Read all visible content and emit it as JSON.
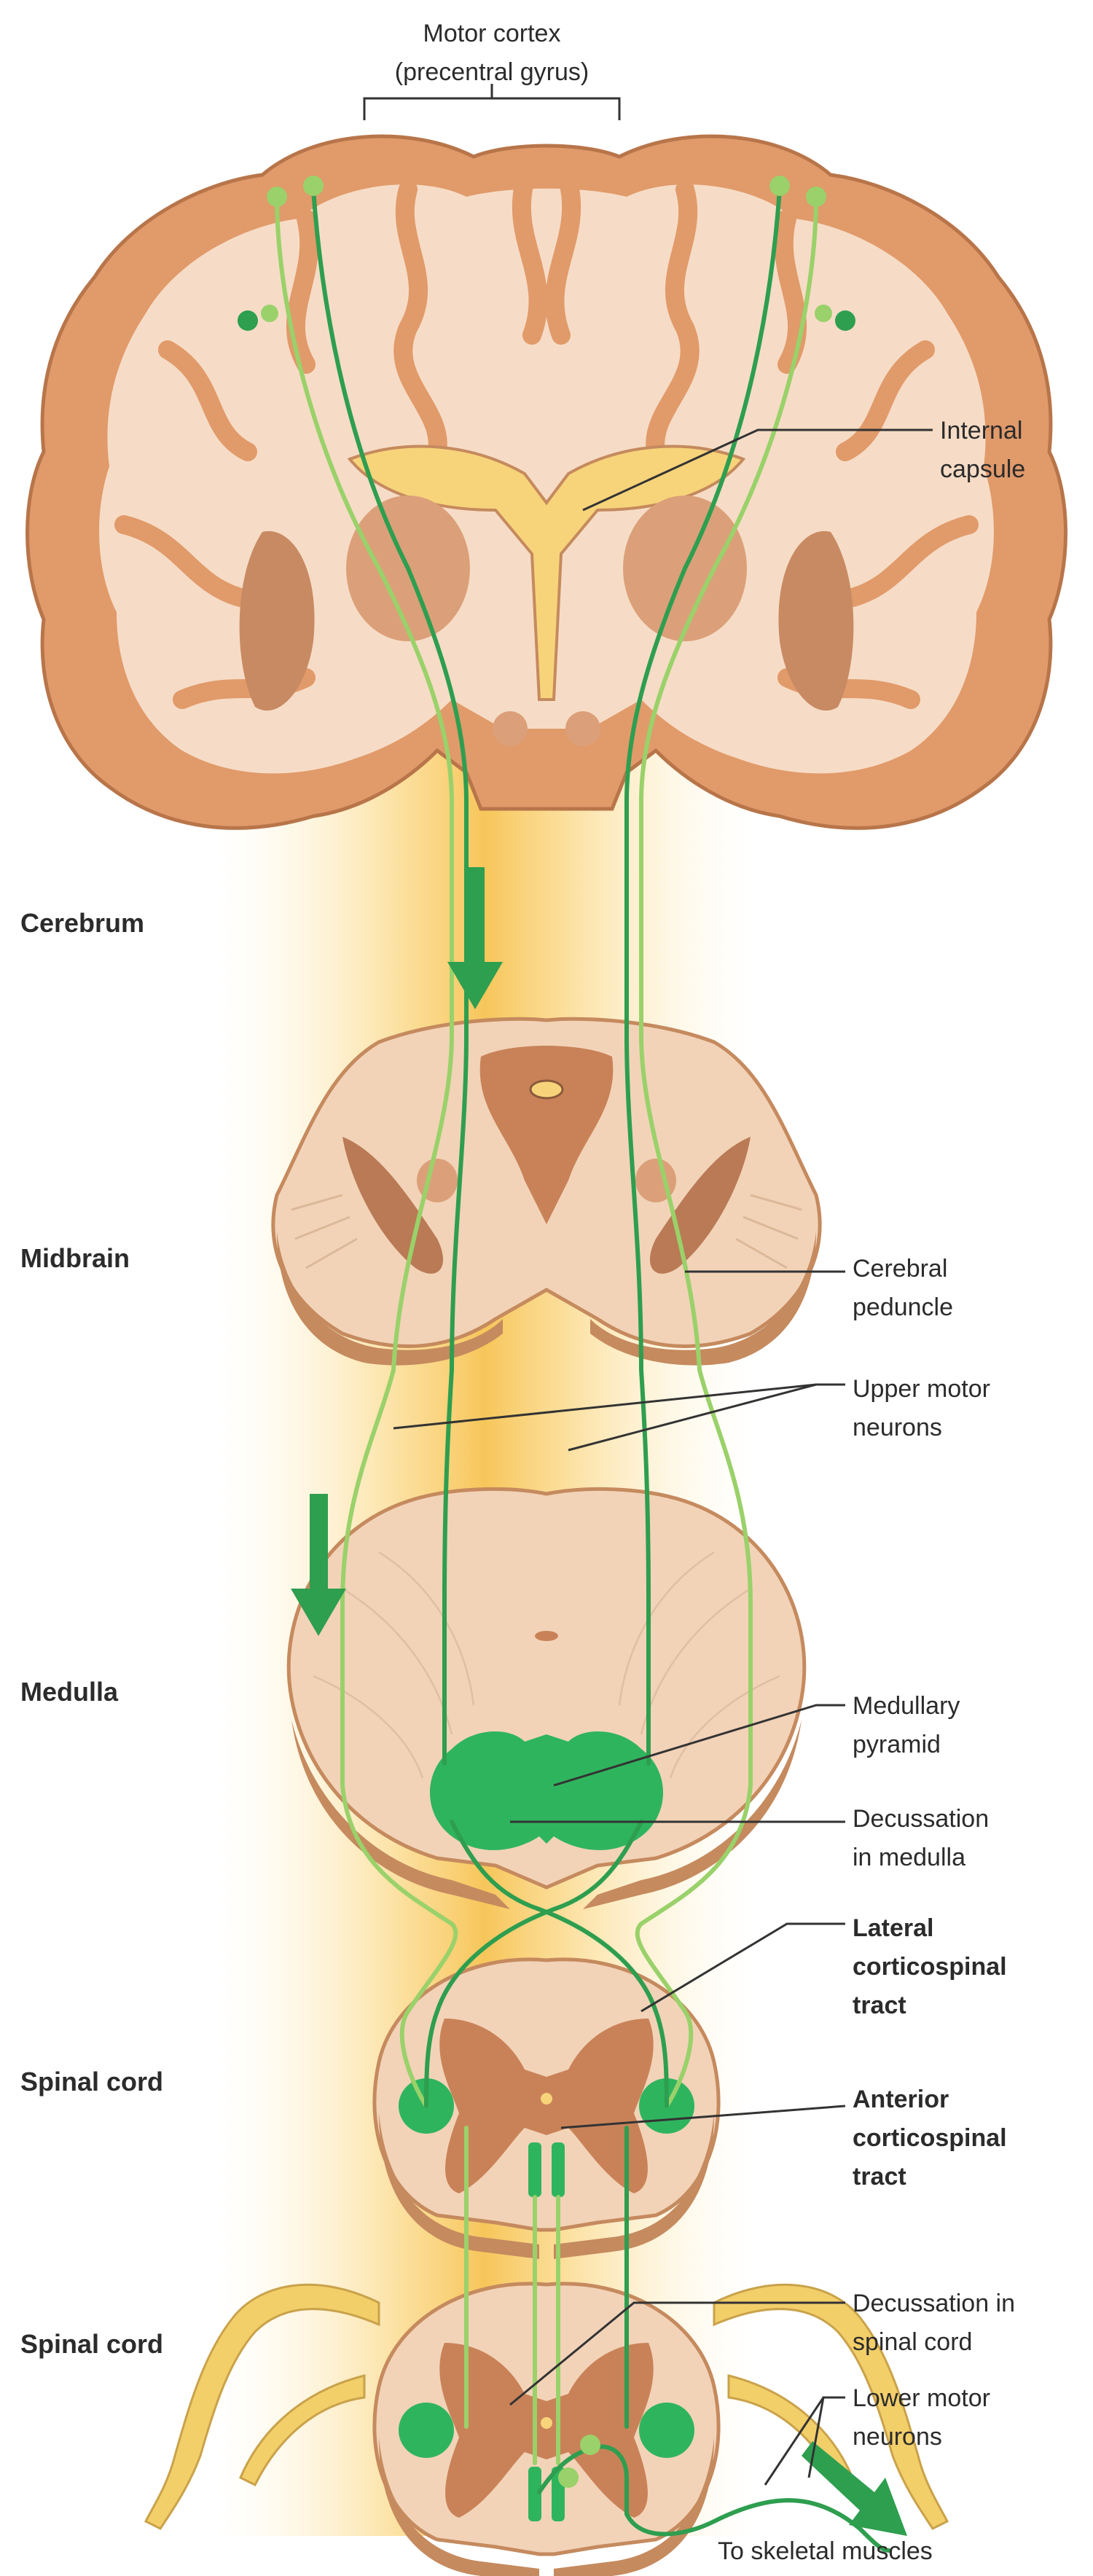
{
  "title": {
    "line1": "Motor cortex",
    "line2": "(precentral gyrus)"
  },
  "region_labels": {
    "cerebrum": "Cerebrum",
    "midbrain": "Midbrain",
    "medulla": "Medulla",
    "spinal_cord_1": "Spinal cord",
    "spinal_cord_2": "Spinal cord"
  },
  "labels": {
    "internal_capsule": {
      "line1": "Internal",
      "line2": "capsule"
    },
    "cerebral_peduncle": {
      "line1": "Cerebral",
      "line2": "peduncle"
    },
    "upper_motor_neurons": {
      "line1": "Upper motor",
      "line2": "neurons"
    },
    "medullary_pyramid": {
      "line1": "Medullary",
      "line2": "pyramid"
    },
    "decussation_medulla": {
      "line1": "Decussation",
      "line2": "in medulla"
    },
    "lateral_corticospinal": {
      "line1": "Lateral",
      "line2": "corticospinal",
      "line3": "tract"
    },
    "anterior_corticospinal": {
      "line1": "Anterior",
      "line2": "corticospinal",
      "line3": "tract"
    },
    "decussation_spinal": {
      "line1": "Decussation in",
      "line2": "spinal cord"
    },
    "lower_motor_neurons": {
      "line1": "Lower motor",
      "line2": "neurons"
    },
    "to_skeletal_muscles": "To skeletal muscles"
  },
  "colors": {
    "tissue": "#f2d3b8",
    "tissue_outline": "#c58a5e",
    "gray_matter": "#c98258",
    "tract_light": "#9ad16a",
    "tract_dark": "#2e9e4f",
    "pyramid": "#2fb45e",
    "glow": "#f7c65a",
    "nerve": "#f3cf6a"
  }
}
